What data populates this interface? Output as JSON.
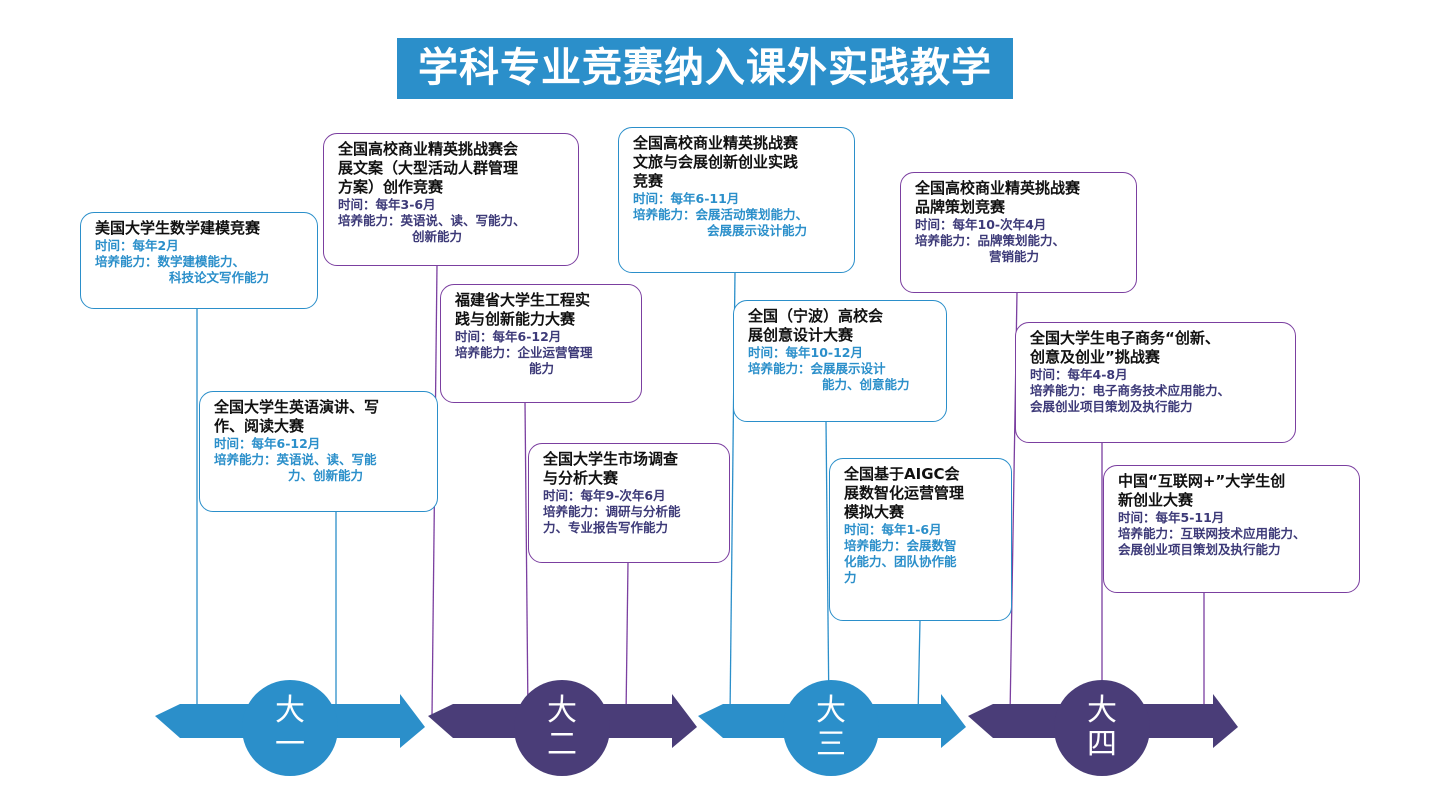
{
  "title": "学科专业竞赛纳入课外实践教学",
  "colors": {
    "blue": "#2b8fca",
    "dark_purple": "#4a3d78",
    "card_purple_border": "#7b3fa0"
  },
  "years": [
    {
      "line1": "大",
      "line2": "一"
    },
    {
      "line1": "大",
      "line2": "二"
    },
    {
      "line1": "大",
      "line2": "三"
    },
    {
      "line1": "大",
      "line2": "四"
    }
  ],
  "competitions": [
    {
      "name": [
        "美国大学生数学建模竞赛"
      ],
      "time": "时间：每年2月",
      "ability": [
        "培养能力：数学建模能力、",
        "科技论文写作能力"
      ]
    },
    {
      "name": [
        "全国大学生英语演讲、写",
        "作、阅读大赛"
      ],
      "time": "时间：每年6-12月",
      "ability": [
        "培养能力：英语说、读、写能",
        "力、创新能力"
      ]
    },
    {
      "name": [
        "全国高校商业精英挑战赛会",
        "展文案（大型活动人群管理",
        "方案）创作竞赛"
      ],
      "time": "时间：每年3-6月",
      "ability": [
        "培养能力：英语说、读、写能力、",
        "创新能力"
      ]
    },
    {
      "name": [
        "福建省大学生工程实",
        "践与创新能力大赛"
      ],
      "time": "时间：每年6-12月",
      "ability": [
        "培养能力：企业运营管理",
        "能力"
      ]
    },
    {
      "name": [
        "全国大学生市场调查",
        "与分析大赛"
      ],
      "time": "时间：每年9-次年6月",
      "ability": [
        "培养能力：调研与分析能",
        "力、专业报告写作能力"
      ]
    },
    {
      "name": [
        "全国高校商业精英挑战赛",
        "文旅与会展创新创业实践",
        "竞赛"
      ],
      "time": "时间：每年6-11月",
      "ability": [
        "培养能力：会展活动策划能力、",
        "会展展示设计能力"
      ]
    },
    {
      "name": [
        "全国（宁波）高校会",
        "展创意设计大赛"
      ],
      "time": "时间：每年10-12月",
      "ability": [
        "培养能力：会展展示设计",
        "能力、创意能力"
      ]
    },
    {
      "name": [
        "全国基于AIGC会",
        "展数智化运营管理",
        "模拟大赛"
      ],
      "time": "时间：每年1-6月",
      "ability": [
        "培养能力：会展数智",
        "化能力、团队协作能",
        "力"
      ]
    },
    {
      "name": [
        "全国高校商业精英挑战赛",
        "品牌策划竞赛"
      ],
      "time": "时间：每年10-次年4月",
      "ability": [
        "培养能力：品牌策划能力、",
        "营销能力"
      ]
    },
    {
      "name": [
        "全国大学生电子商务“创新、",
        "创意及创业”挑战赛"
      ],
      "time": "时间：每年4-8月",
      "ability": [
        "培养能力：电子商务技术应用能力、",
        "会展创业项目策划及执行能力"
      ]
    },
    {
      "name": [
        "中国“互联网+”大学生创",
        "新创业大赛"
      ],
      "time": "时间：每年5-11月",
      "ability": [
        "培养能力：互联网技术应用能力、",
        "会展创业项目策划及执行能力"
      ]
    }
  ]
}
